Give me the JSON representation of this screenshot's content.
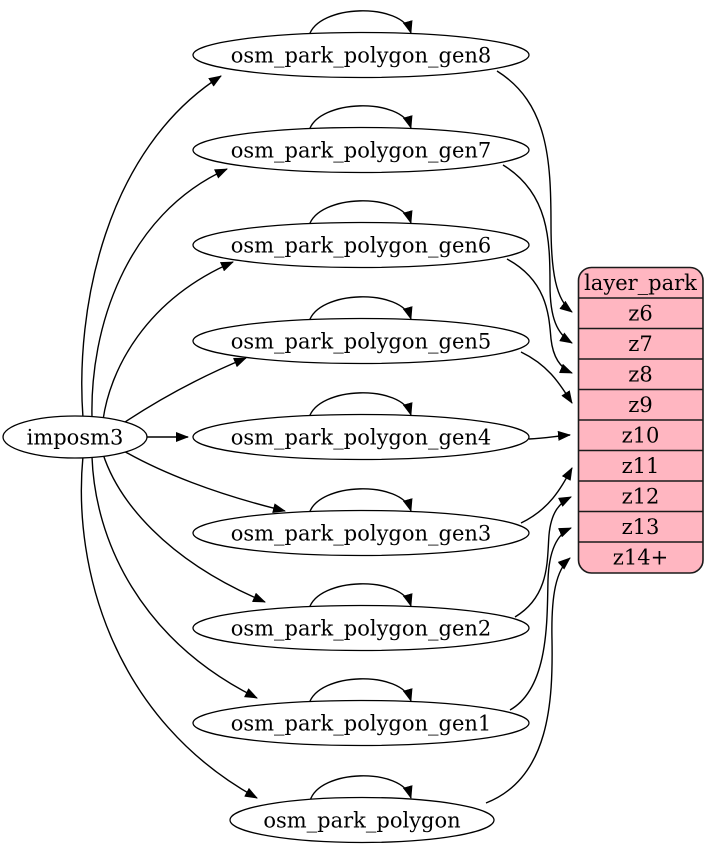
{
  "diagram": {
    "source": {
      "label": "imposm3"
    },
    "tables": [
      {
        "label": "osm_park_polygon_gen8",
        "zoom": "z6"
      },
      {
        "label": "osm_park_polygon_gen7",
        "zoom": "z7"
      },
      {
        "label": "osm_park_polygon_gen6",
        "zoom": "z8"
      },
      {
        "label": "osm_park_polygon_gen5",
        "zoom": "z9"
      },
      {
        "label": "osm_park_polygon_gen4",
        "zoom": "z10"
      },
      {
        "label": "osm_park_polygon_gen3",
        "zoom": "z11"
      },
      {
        "label": "osm_park_polygon_gen2",
        "zoom": "z12"
      },
      {
        "label": "osm_park_polygon_gen1",
        "zoom": "z13"
      },
      {
        "label": "osm_park_polygon",
        "zoom": "z14+"
      }
    ],
    "layer": {
      "title": "layer_park",
      "rows": [
        "z6",
        "z7",
        "z8",
        "z9",
        "z10",
        "z11",
        "z12",
        "z13",
        "z14+"
      ],
      "fill": "#ffb6c1",
      "border": "#1a1a1a"
    },
    "colors": {
      "edge": "#000000",
      "node_fill": "#ffffff",
      "node_stroke": "#000000"
    }
  }
}
